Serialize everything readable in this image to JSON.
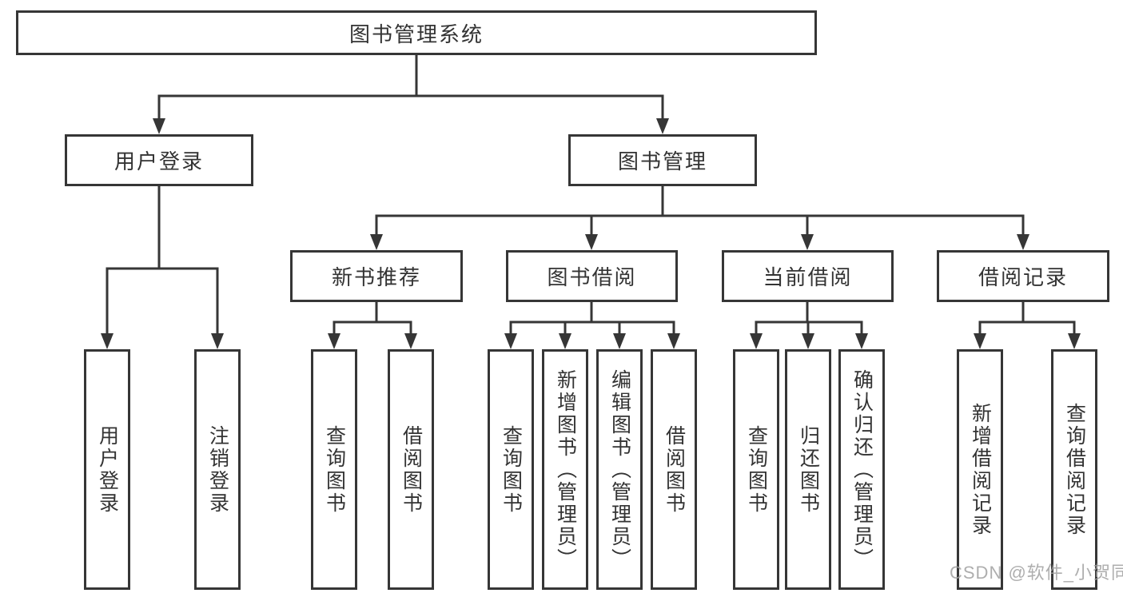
{
  "tree": {
    "root": {
      "label": "图书管理系统"
    },
    "branches": [
      {
        "label": "用户登录",
        "children": [
          {
            "label": "用户登录"
          },
          {
            "label": "注销登录"
          }
        ]
      },
      {
        "label": "图书管理",
        "children": [
          {
            "label": "新书推荐",
            "children": [
              {
                "label": "查询图书"
              },
              {
                "label": "借阅图书"
              }
            ]
          },
          {
            "label": "图书借阅",
            "children": [
              {
                "label": "查询图书"
              },
              {
                "label": "新增图书（管理员）"
              },
              {
                "label": "编辑图书（管理员）"
              },
              {
                "label": "借阅图书"
              }
            ]
          },
          {
            "label": "当前借阅",
            "children": [
              {
                "label": "查询图书"
              },
              {
                "label": "归还图书"
              },
              {
                "label": "确认归还（管理员）"
              }
            ]
          },
          {
            "label": "借阅记录",
            "children": [
              {
                "label": "新增借阅记录"
              },
              {
                "label": "查询借阅记录"
              }
            ]
          }
        ]
      }
    ]
  },
  "watermark": "CSDN @软件_小贺同学",
  "colors": {
    "line": "#363636",
    "text": "#333333",
    "watermark": "#a0a0a0",
    "background": "#ffffff"
  }
}
